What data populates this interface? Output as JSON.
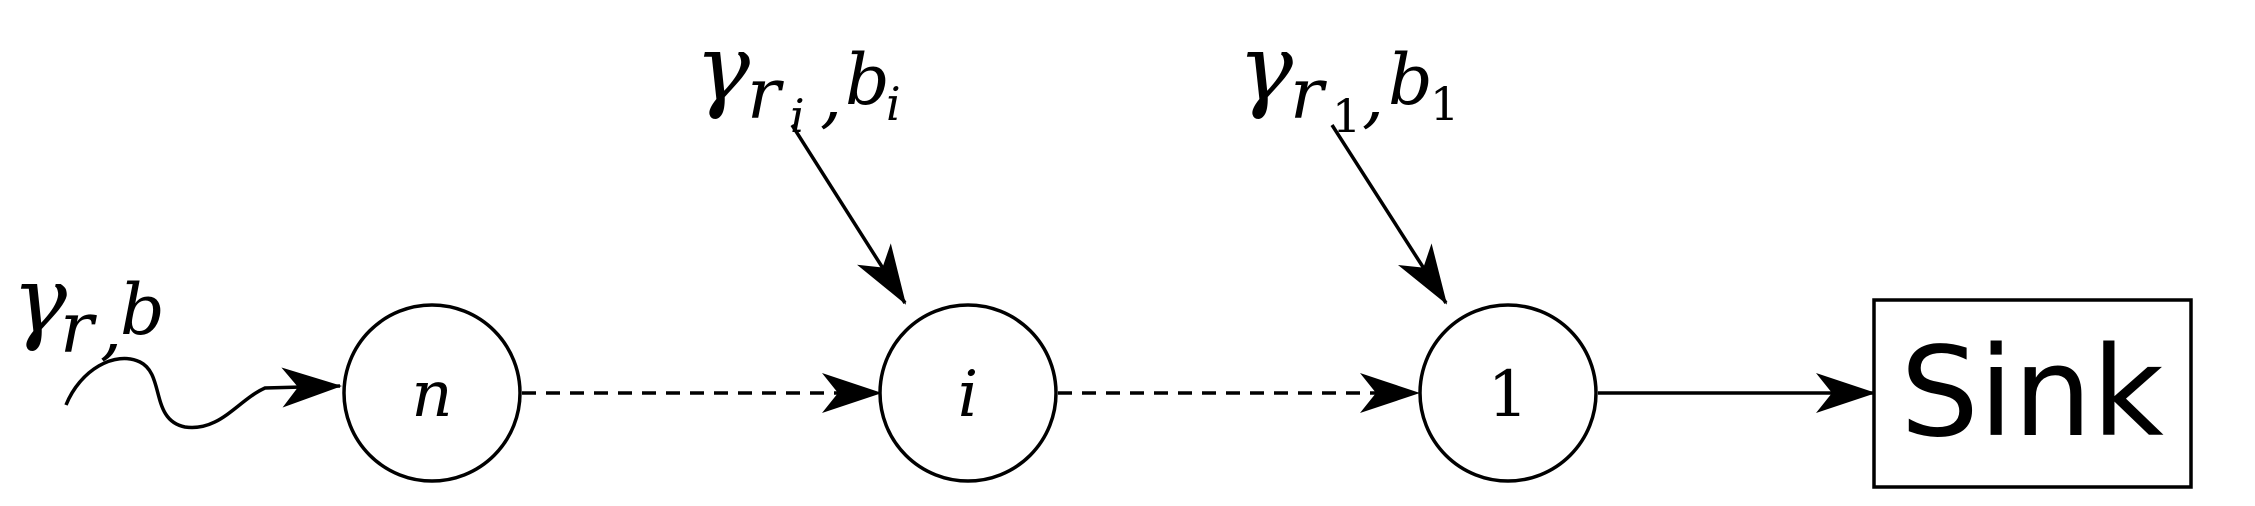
{
  "nodes": {
    "n": {
      "label": "n"
    },
    "i": {
      "label": "i"
    },
    "one": {
      "label": "1"
    },
    "sink": {
      "label": "Sink"
    }
  },
  "labels": {
    "source": {
      "symbol": "γ",
      "sub_r": "r",
      "sub_sep": ",",
      "sub_b": "b"
    },
    "node_i": {
      "symbol": "γ",
      "sub_r": "r",
      "sub_r_index": "i",
      "sub_sep": ",",
      "sub_b": "b",
      "sub_b_index": "i"
    },
    "node_one": {
      "symbol": "γ",
      "sub_r": "r",
      "sub_r_index": "1",
      "sub_sep": ",",
      "sub_b": "b",
      "sub_b_index": "1"
    }
  },
  "edges": [
    {
      "from": "source",
      "to": "n",
      "style": "wavy"
    },
    {
      "from": "n",
      "to": "i",
      "style": "dashed"
    },
    {
      "from": "i",
      "to": "one",
      "style": "dashed"
    },
    {
      "from": "one",
      "to": "sink",
      "style": "solid"
    },
    {
      "from": "label-node-i",
      "to": "i",
      "style": "solid"
    },
    {
      "from": "label-node-one",
      "to": "one",
      "style": "solid"
    }
  ],
  "colors": {
    "stroke": "#000000",
    "background": "#ffffff"
  }
}
